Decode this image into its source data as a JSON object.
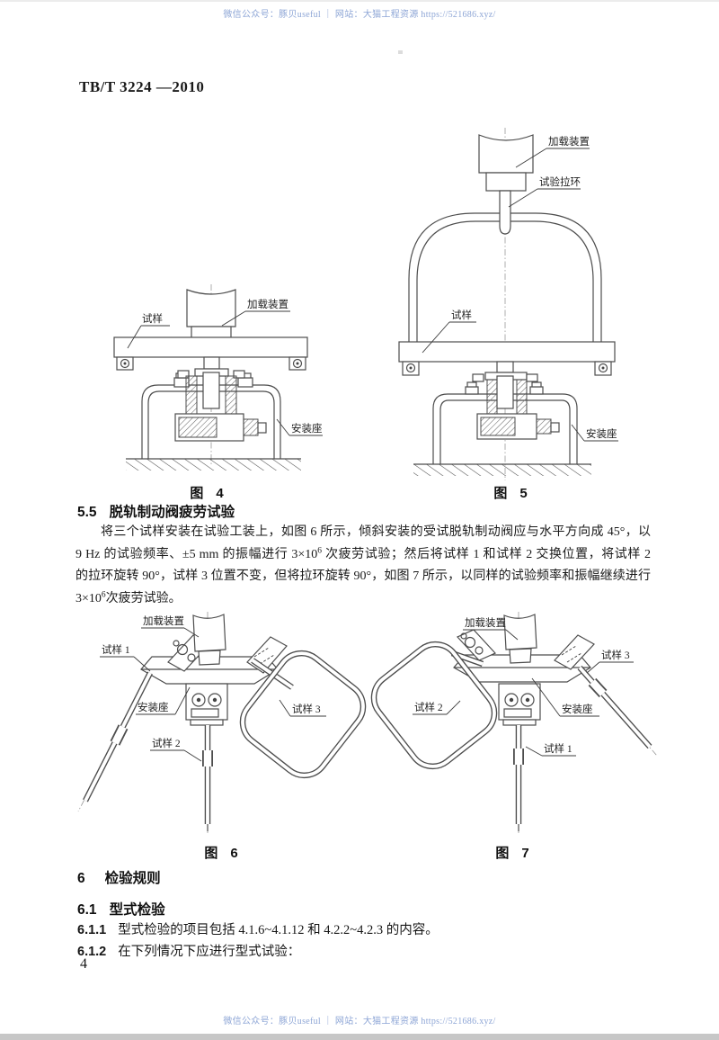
{
  "watermark": {
    "text": "微信公众号：豚贝useful ｜ 网站：大猫工程资源 https://521686.xyz/"
  },
  "header": {
    "doc_number": "TB/T 3224 —2010"
  },
  "colors": {
    "watermark": "#8ea6d6",
    "ink": "#1a1a1a",
    "line_art": "#4d4d4d"
  },
  "figures": {
    "fig4": {
      "caption_label": "图",
      "caption_number": "4",
      "labels": {
        "specimen": "试样",
        "loading_device": "加载装置",
        "mounting_seat": "安装座"
      }
    },
    "fig5": {
      "caption_label": "图",
      "caption_number": "5",
      "labels": {
        "loading_device": "加载装置",
        "test_pull_ring": "试验拉环",
        "specimen": "试样",
        "mounting_seat": "安装座"
      }
    },
    "fig6": {
      "caption_label": "图",
      "caption_number": "6",
      "labels": {
        "loading_device": "加载装置",
        "specimen1": "试样 1",
        "mounting_seat": "安装座",
        "specimen2": "试样 2",
        "specimen3": "试样 3"
      }
    },
    "fig7": {
      "caption_label": "图",
      "caption_number": "7",
      "labels": {
        "loading_device": "加载装置",
        "specimen2": "试样 2",
        "specimen3": "试样 3",
        "mounting_seat": "安装座",
        "specimen1": "试样 1"
      }
    }
  },
  "section55": {
    "num": "5.5",
    "title": "脱轨制动阀疲劳试验",
    "line1": "将三个试样安装在试验工装上，如图 6 所示，倾斜安装的受试脱轨制动阀应与水平方向成 45°，以",
    "line2_pre": "9 Hz 的试验频率、±5 mm 的振幅进行 3×10",
    "sup6": "6",
    "line2_post": " 次疲劳试验；然后将试样 1 和试样 2 交换位置，将试样 2",
    "line3": "的拉环旋转 90°，试样 3 位置不变，但将拉环旋转 90°，如图 7 所示，以同样的试验频率和振幅继续进行",
    "line4_pre": "3×10",
    "line4_post": "次疲劳试验。"
  },
  "section6": {
    "num": "6",
    "title": "检验规则",
    "sub_num": "6.1",
    "sub_title": "型式检验",
    "c611_num": "6.1.1",
    "c611_text": "型式检验的项目包括 4.1.6~4.1.12 和 4.2.2~4.2.3 的内容。",
    "c612_num": "6.1.2",
    "c612_text": "在下列情况下应进行型式试验："
  },
  "page_number": "4"
}
